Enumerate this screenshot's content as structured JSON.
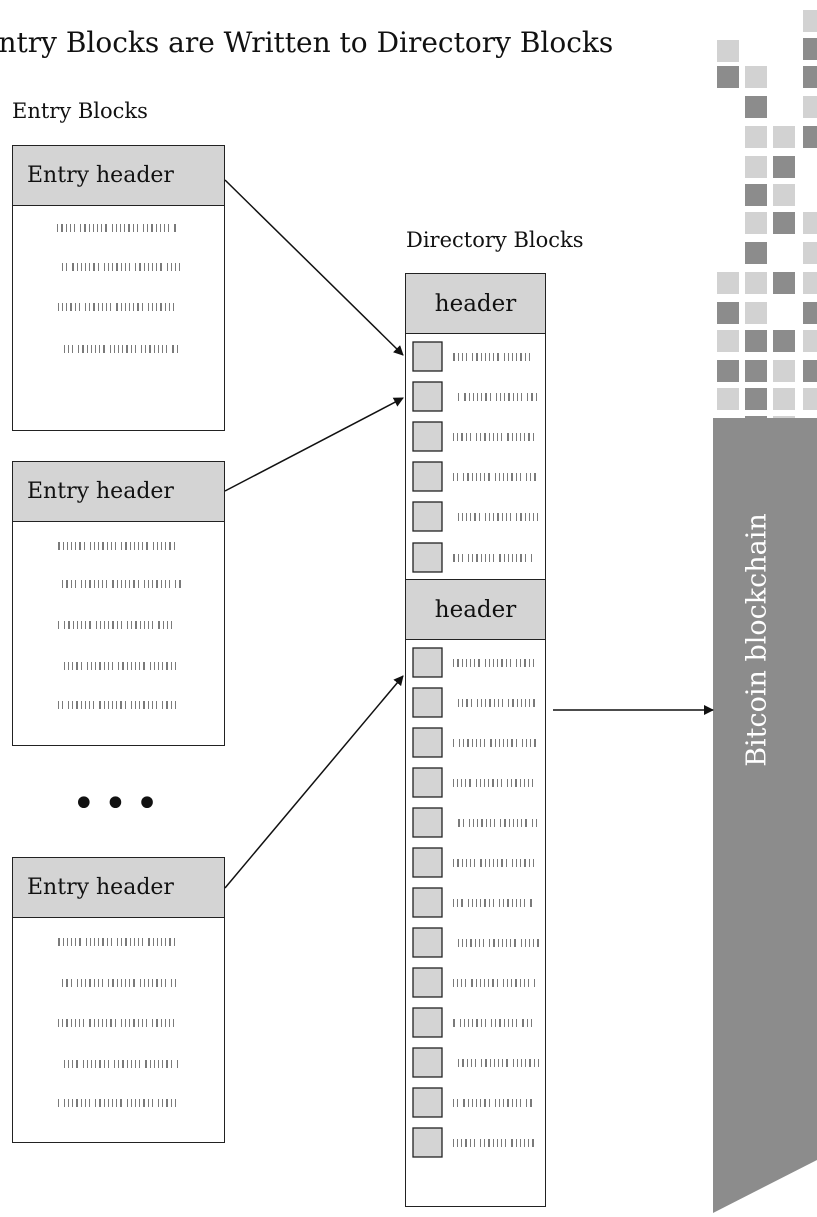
{
  "title": "Entry Blocks are Written to Directory Blocks",
  "entry_section_label": "Entry Blocks",
  "directory_section_label": "Directory Blocks",
  "entry_blocks": [
    {
      "header": "Entry header"
    },
    {
      "header": "Entry header"
    },
    {
      "header": "Entry header"
    }
  ],
  "ellipsis": "•••",
  "directory_blocks": [
    {
      "header": "header"
    },
    {
      "header": "header"
    }
  ],
  "blockchain_label": "Bitcoin blockchain",
  "colors": {
    "block_header_fill": "#d4d4d4",
    "blockchain_fill": "#8c8c8c",
    "outline": "#222222"
  }
}
